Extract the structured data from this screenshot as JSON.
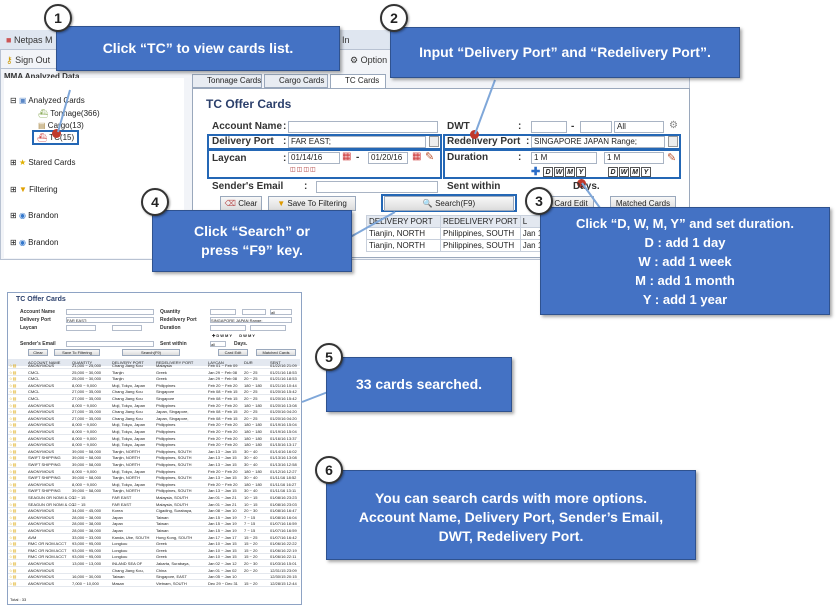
{
  "app": {
    "title": "Netpas M",
    "title_suffix": "In",
    "sign_out": "Sign Out",
    "options": "Option",
    "sidebar_title": "MMA Analyzed Data"
  },
  "tree": {
    "analyzed": "Analyzed Cards",
    "tonnage": "Tonnage(366)",
    "cargo": "Cargo(13)",
    "tc": "TC(15)",
    "stared": "Stared Cards",
    "filtering": "Filtering",
    "brandon1": "Brandon",
    "brandon2": "Brandon"
  },
  "tabs": [
    "Tonnage Cards",
    "Cargo Cards",
    "TC Cards"
  ],
  "form": {
    "title": "TC Offer Cards",
    "account_name": "Account Name",
    "dwt": "DWT",
    "dwt_unit": "All",
    "delivery_port": "Delivery Port",
    "delivery_value": "FAR EAST;",
    "redelivery_port": "Redelivery Port",
    "redelivery_value": "SINGAPORE JAPAN Range;",
    "laycan": "Laycan",
    "laycan_from": "01/14/16",
    "laycan_to": "01/20/16",
    "duration": "Duration",
    "duration_from": "1 M",
    "duration_to": "1 M",
    "senders_email": "Sender's Email",
    "sent_within": "Sent within",
    "days": "Days.",
    "sep": ":",
    "dash": "-",
    "btn_clear": "Clear",
    "btn_save": "Save To Filtering",
    "btn_search": "Search(F9)",
    "btn_card_edit": "Card Edit",
    "btn_matched": "Matched Cards"
  },
  "grid": {
    "headers": [
      "DELIVERY PORT",
      "REDELIVERY PORT",
      "L"
    ],
    "rows": [
      [
        "Tianjin, NORTH",
        "Philippines, SOUTH",
        "Jan 1"
      ],
      [
        "Tianjin, NORTH",
        "Philippines, SOUTH",
        "Jan 1"
      ]
    ]
  },
  "callouts": {
    "c1": "Click “TC” to view cards list.",
    "c2": "Input “Delivery Port” and “Redelivery Port”.",
    "c3_line1": "Click “D, W, M, Y” and set duration.",
    "c3_line2": "D : add 1 day",
    "c3_line3": "W : add 1 week",
    "c3_line4": "M : add 1 month",
    "c3_line5": "Y : add 1 year",
    "c4_line1": "Click “Search” or",
    "c4_line2": "press “F9” key.",
    "c5": "33 cards searched.",
    "c6_line1": "You can search cards with more options.",
    "c6_line2": "Account Name, Delivery Port, Sender’s Email,",
    "c6_line3": "DWT, Redelivery Port.",
    "n1": "1",
    "n2": "2",
    "n3": "3",
    "n4": "4",
    "n5": "5",
    "n6": "6"
  },
  "shot2": {
    "title": "TC Offer Cards",
    "account_name": "Account Name",
    "delivery_port": "Delivery Port",
    "delivery_value": "FAR EAST;",
    "laycan": "Laycan",
    "senders_email": "Sender's Email",
    "quantity": "Quantity",
    "redelivery_port": "Redelivery Port",
    "redelivery_value": "SINGAPORE JAPAN Range;",
    "duration": "Duration",
    "sent_within": "Sent within",
    "days": "Days.",
    "all": "all",
    "btn_clear": "Clear",
    "btn_save": "Save To Filtering",
    "btn_search": "Search(F9)",
    "btn_card_edit": "Card Edit",
    "btn_matched": "Matched Cards",
    "headers": [
      "ACCOUNT NAME",
      "QUANTITY",
      "DELIVERY PORT",
      "REDELIVERY PORT",
      "LAYCAN",
      "DUR",
      "SENT"
    ],
    "total": "Total : 33",
    "rows": [
      [
        "ANONYMOUS",
        "21,000 ~ 25,000",
        "Chang Jiang Kou",
        "Malaysia",
        "Feb 01 ~ Feb 09",
        "",
        "01/22/16 21:09"
      ],
      [
        "CMCL",
        "25,000 ~ 30,000",
        "Tianjin",
        "Greek",
        "Jan 29 ~ Feb 08",
        "20 ~ 25",
        "01/21/16 18:53"
      ],
      [
        "CMCL",
        "25,000 ~ 30,000",
        "Tianjin",
        "Greek",
        "Jan 29 ~ Feb 08",
        "20 ~ 25",
        "01/21/16 18:53"
      ],
      [
        "ANONYMOUS",
        "8,000 ~ 9,000",
        "Moji, Tokyo, Japan",
        "Philippines",
        "Feb 20 ~ Feb 20",
        "180 ~ 180",
        "01/21/16 10:44"
      ],
      [
        "CMCL",
        "27,000 ~ 35,000",
        "Chang Jiang Kou",
        "Singapore",
        "Feb 08 ~ Feb 15",
        "20 ~ 25",
        "01/20/16 15:42"
      ],
      [
        "CMCL",
        "27,000 ~ 35,000",
        "Chang Jiang Kou",
        "Singapore",
        "Feb 08 ~ Feb 15",
        "20 ~ 25",
        "01/20/16 15:42"
      ],
      [
        "ANONYMOUS",
        "8,000 ~ 9,000",
        "Moji, Tokyo, Japan",
        "Philippines",
        "Feb 20 ~ Feb 20",
        "180 ~ 180",
        "01/20/16 13:08"
      ],
      [
        "ANONYMOUS",
        "27,000 ~ 35,000",
        "Chang Jiang Kou",
        "Japan, Singapore,",
        "Feb 08 ~ Feb 15",
        "20 ~ 25",
        "01/20/16 04:20"
      ],
      [
        "ANONYMOUS",
        "27,000 ~ 35,000",
        "Chang Jiang Kou",
        "Japan, Singapore,",
        "Feb 08 ~ Feb 15",
        "20 ~ 25",
        "01/20/16 04:20"
      ],
      [
        "ANONYMOUS",
        "8,000 ~ 9,000",
        "Moji, Tokyo, Japan",
        "Philippines",
        "Feb 20 ~ Feb 20",
        "180 ~ 180",
        "01/19/16 15:04"
      ],
      [
        "ANONYMOUS",
        "8,000 ~ 9,000",
        "Moji, Tokyo, Japan",
        "Philippines",
        "Feb 20 ~ Feb 20",
        "180 ~ 180",
        "01/19/16 15:04"
      ],
      [
        "ANONYMOUS",
        "8,000 ~ 9,000",
        "Moji, Tokyo, Japan",
        "Philippines",
        "Feb 20 ~ Feb 20",
        "180 ~ 180",
        "01/16/16 13:37"
      ],
      [
        "ANONYMOUS",
        "8,000 ~ 9,000",
        "Moji, Tokyo, Japan",
        "Philippines",
        "Feb 20 ~ Feb 20",
        "180 ~ 180",
        "01/15/16 13:17"
      ],
      [
        "ANONYMOUS",
        "39,000 ~ 58,000",
        "Tianjin, NORTH",
        "Philippines, SOUTH",
        "Jan 13 ~ Jan 15",
        "30 ~ 40",
        "01/14/16 16:02"
      ],
      [
        "SWIFT SHIPPING",
        "39,000 ~ 58,000",
        "Tianjin, NORTH",
        "Philippines, SOUTH",
        "Jan 13 ~ Jan 15",
        "30 ~ 40",
        "01/13/16 13:08"
      ],
      [
        "SWIFT SHIPPING",
        "39,000 ~ 58,000",
        "Tianjin, NORTH",
        "Philippines, SOUTH",
        "Jan 13 ~ Jan 15",
        "30 ~ 40",
        "01/13/16 12:58"
      ],
      [
        "ANONYMOUS",
        "8,000 ~ 9,000",
        "Moji, Tokyo, Japan",
        "Philippines",
        "Feb 20 ~ Feb 20",
        "180 ~ 180",
        "01/12/16 12:27"
      ],
      [
        "SWIFT SHIPPING",
        "39,000 ~ 58,000",
        "Tianjin, NORTH",
        "Philippines, SOUTH",
        "Jan 13 ~ Jan 15",
        "30 ~ 40",
        "01/11/16 18:52"
      ],
      [
        "ANONYMOUS",
        "8,000 ~ 9,000",
        "Moji, Tokyo, Japan",
        "Philippines",
        "Feb 20 ~ Feb 20",
        "180 ~ 180",
        "01/11/16 16:27"
      ],
      [
        "SWIFT SHIPPING",
        "39,000 ~ 58,000",
        "Tianjin, NORTH",
        "Philippines, SOUTH",
        "Jan 13 ~ Jan 15",
        "30 ~ 40",
        "01/11/16 13:11"
      ],
      [
        "SEAGUN OR NOMI & CC",
        "12 ~ 15",
        "FAR EAST",
        "Malaysia, SOUTH",
        "Jan 01 ~ Jan 21",
        "10 ~ 15",
        "01/08/16 23:23"
      ],
      [
        "SEAGUN OR NOMI & CC",
        "12 ~ 15",
        "FAR EAST",
        "Malaysia, SOUTH",
        "Jan 01 ~ Jan 21",
        "10 ~ 15",
        "01/08/16 23:03"
      ],
      [
        "ANONYMOUS",
        "34,000 ~ 45,000",
        "Korea",
        "Cigading, Surabaya,",
        "Jan 08 ~ Jan 10",
        "20 ~ 30",
        "01/08/16 16:47"
      ],
      [
        "ANONYMOUS",
        "28,000 ~ 38,000",
        "Japan",
        "Taiwan",
        "Jan 15 ~ Jan 19",
        "7 ~ 15",
        "01/08/16 16:04"
      ],
      [
        "ANONYMOUS",
        "28,000 ~ 38,000",
        "Japan",
        "Taiwan",
        "Jan 15 ~ Jan 19",
        "7 ~ 15",
        "01/07/16 16:59"
      ],
      [
        "ANONYMOUS",
        "28,000 ~ 38,000",
        "Japan",
        "Taiwan",
        "Jan 15 ~ Jan 19",
        "7 ~ 15",
        "01/07/16 16:59"
      ],
      [
        "AVM",
        "33,000 ~ 33,000",
        "Kanda, Ube, SOUTH",
        "Hong Kong, SOUTH",
        "Jan 17 ~ Jan 17",
        "15 ~ 25",
        "01/07/16 16:42"
      ],
      [
        "RMC OR NOM ACCT",
        "93,000 ~ 95,000",
        "Longkou",
        "Greek",
        "Jan 10 ~ Jan 15",
        "15 ~ 20",
        "01/06/16 22:22"
      ],
      [
        "RMC OR NOM ACCT",
        "93,000 ~ 95,000",
        "Longkou",
        "Greek",
        "Jan 10 ~ Jan 15",
        "15 ~ 20",
        "01/06/16 22:19"
      ],
      [
        "RMC OR NOM ACCT",
        "93,000 ~ 95,000",
        "Longkou",
        "Greek",
        "Jan 10 ~ Jan 15",
        "15 ~ 20",
        "01/06/16 22:11"
      ],
      [
        "ANONYMOUS",
        "13,000 ~ 13,000",
        "INLAND SEA OF",
        "Jakarta, Surabaya,",
        "Jan 02 ~ Jan 12",
        "20 ~ 30",
        "01/03/16 15:01"
      ],
      [
        "ANONYMOUS",
        "",
        "Chang Jiang Kou,",
        "China",
        "Jan 01 ~ Jan 02",
        "20 ~ 20",
        "12/31/15 23:09"
      ],
      [
        "ANONYMOUS",
        "16,000 ~ 30,000",
        "Taiwan",
        "Singapore, EAST",
        "Jan 05 ~ Jan 10",
        "",
        "12/30/15 20:15"
      ],
      [
        "ANONYMOUS",
        "7,000 ~ 10,000",
        "Masan",
        "Vietnam, SOUTH",
        "Dec 29 ~ Dec 31",
        "15 ~ 20",
        "12/28/15 12:44"
      ]
    ]
  },
  "colors": {
    "callout": "#4472c4",
    "highlight": "#2467b5"
  }
}
